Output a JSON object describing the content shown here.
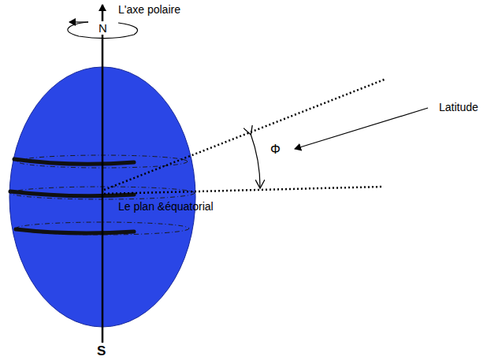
{
  "diagram": {
    "labels": [
      "L'axe polaire",
      "N",
      "Latitude",
      "Φ",
      "Le plan &équatorial",
      "S"
    ]
  }
}
